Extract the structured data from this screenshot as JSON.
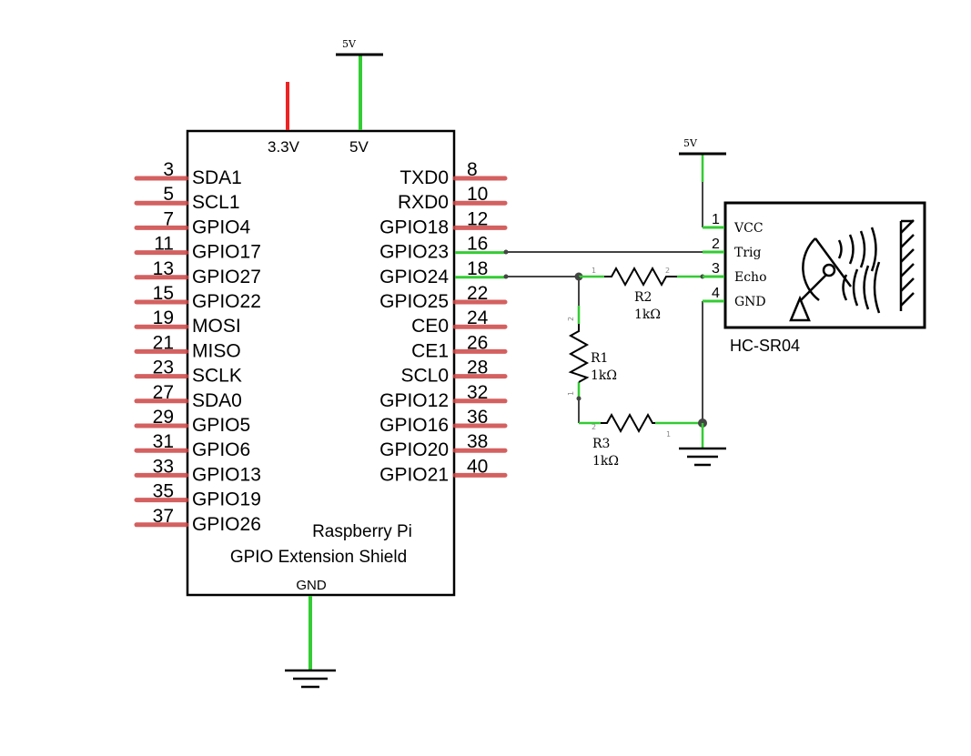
{
  "board": {
    "title_line1": "Raspberry Pi",
    "title_line2": "GPIO Extension Shield",
    "top_left_label": "3.3V",
    "top_right_label": "5V",
    "bottom_label": "GND",
    "left_pins": [
      {
        "num": "3",
        "name": "SDA1"
      },
      {
        "num": "5",
        "name": "SCL1"
      },
      {
        "num": "7",
        "name": "GPIO4"
      },
      {
        "num": "11",
        "name": "GPIO17"
      },
      {
        "num": "13",
        "name": "GPIO27"
      },
      {
        "num": "15",
        "name": "GPIO22"
      },
      {
        "num": "19",
        "name": "MOSI"
      },
      {
        "num": "21",
        "name": "MISO"
      },
      {
        "num": "23",
        "name": "SCLK"
      },
      {
        "num": "27",
        "name": "SDA0"
      },
      {
        "num": "29",
        "name": "GPIO5"
      },
      {
        "num": "31",
        "name": "GPIO6"
      },
      {
        "num": "33",
        "name": "GPIO13"
      },
      {
        "num": "35",
        "name": "GPIO19"
      },
      {
        "num": "37",
        "name": "GPIO26"
      }
    ],
    "right_pins": [
      {
        "num": "8",
        "name": "TXD0"
      },
      {
        "num": "10",
        "name": "RXD0"
      },
      {
        "num": "12",
        "name": "GPIO18"
      },
      {
        "num": "16",
        "name": "GPIO23"
      },
      {
        "num": "18",
        "name": "GPIO24"
      },
      {
        "num": "22",
        "name": "GPIO25"
      },
      {
        "num": "24",
        "name": "CE0"
      },
      {
        "num": "26",
        "name": "CE1"
      },
      {
        "num": "28",
        "name": "SCL0"
      },
      {
        "num": "32",
        "name": "GPIO12"
      },
      {
        "num": "36",
        "name": "GPIO16"
      },
      {
        "num": "38",
        "name": "GPIO20"
      },
      {
        "num": "40",
        "name": "GPIO21"
      }
    ]
  },
  "power_label_board": "5V",
  "power_label_sensor": "5V",
  "sensor": {
    "name": "HC-SR04",
    "pins": [
      {
        "num": "1",
        "name": "VCC"
      },
      {
        "num": "2",
        "name": "Trig"
      },
      {
        "num": "3",
        "name": "Echo"
      },
      {
        "num": "4",
        "name": "GND"
      }
    ]
  },
  "resistors": {
    "r1": {
      "name": "R1",
      "value": "1kΩ",
      "pin_a": "2",
      "pin_b": "1"
    },
    "r2": {
      "name": "R2",
      "value": "1kΩ",
      "pin_a": "1",
      "pin_b": "2"
    },
    "r3": {
      "name": "R3",
      "value": "1kΩ",
      "pin_a": "2",
      "pin_b": "1"
    }
  },
  "colors": {
    "wire": "#444444",
    "pin_green": "#33cc33",
    "pin_red": "#cc4444",
    "supply_red": "#ee2222"
  }
}
